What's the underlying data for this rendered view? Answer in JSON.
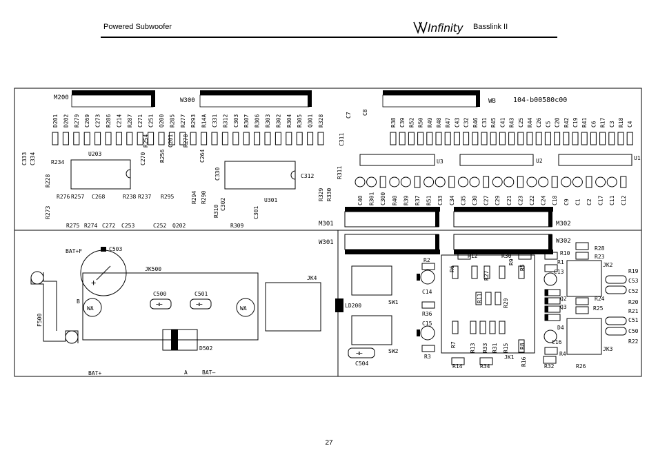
{
  "header": {
    "left_title": "Powered Subwoofer",
    "brand_logo": "Infinity",
    "model": "Basslink II"
  },
  "footer": {
    "page_number": "27"
  },
  "board": {
    "part_number": "104-b00580c00",
    "connectors": {
      "m200": "M200",
      "w300": "W300",
      "wb": "WB",
      "m301": "M301",
      "m302": "M302",
      "w301": "W301",
      "w302": "W302"
    },
    "ics": {
      "u203": "U203",
      "u301": "U301",
      "u3": "U3",
      "u2": "U2",
      "u1": "U1"
    },
    "top_refs": [
      "D201",
      "D202",
      "R279",
      "C269",
      "C273",
      "R286",
      "C214",
      "R287",
      "C271",
      "C251",
      "Q200",
      "R285",
      "R277",
      "R293",
      "R14A",
      "C331",
      "R312",
      "C303",
      "R307",
      "R306",
      "R303",
      "R302",
      "R304",
      "R305",
      "Q301",
      "R328"
    ],
    "right_refs": [
      "R38",
      "C39",
      "R52",
      "R50",
      "R49",
      "R48",
      "R47",
      "C43",
      "C32",
      "R46",
      "C31",
      "R45",
      "C41",
      "R43",
      "C25",
      "R44",
      "C26",
      "C5",
      "C20",
      "R42",
      "C19",
      "R41",
      "C6",
      "R17",
      "C3",
      "R18",
      "C4"
    ],
    "mid_refs": [
      "C40",
      "R301",
      "C300",
      "R40",
      "R39",
      "R37",
      "R51",
      "C33",
      "C34",
      "C35",
      "C30",
      "C27",
      "C29",
      "C21",
      "C23",
      "C22",
      "C24",
      "C18",
      "C9",
      "C1",
      "C2",
      "C17",
      "C11",
      "C12"
    ],
    "misc_refs": [
      "C7",
      "C8",
      "C311",
      "C312",
      "R311",
      "R329",
      "R330",
      "C333",
      "C334",
      "R234",
      "R228",
      "C270",
      "R254",
      "R256",
      "C201",
      "R278",
      "C264",
      "C330",
      "R276",
      "R257",
      "C268",
      "R238",
      "R237",
      "R295",
      "R294",
      "R290",
      "C302",
      "R310",
      "C301",
      "R273",
      "R275",
      "R274",
      "C272",
      "C253",
      "C252",
      "Q202",
      "R309"
    ],
    "lower_left": {
      "bat_f": "BAT+F",
      "c503": "C503",
      "jk500": "JK500",
      "jk4": "JK4",
      "c500": "C500",
      "c501": "C501",
      "wa1": "WA",
      "wa2": "WA",
      "b_mark": "B",
      "f500": "F500",
      "d502": "D502",
      "bat_plus": "BAT+",
      "a_mark": "A",
      "bat_minus": "BAT—"
    },
    "lower_mid": {
      "ld200": "LD200",
      "sw1": "SW1",
      "sw2": "SW2",
      "c504": "C504",
      "r2": "R2",
      "c14": "C14",
      "r36": "R36",
      "c15": "C15",
      "r3": "R3"
    },
    "lower_right": [
      "R12",
      "R30",
      "R6",
      "R27",
      "R5",
      "R9",
      "R11",
      "R29",
      "R7",
      "R13",
      "R33",
      "R31",
      "R15",
      "R8",
      "R16",
      "R14",
      "R34",
      "JK1",
      "R10",
      "R1",
      "C13",
      "Q2",
      "Q3",
      "D4",
      "C16",
      "R4",
      "R32",
      "R26",
      "R28",
      "R23",
      "JK2",
      "R24",
      "R25",
      "R19",
      "C53",
      "C52",
      "R20",
      "R21",
      "C51",
      "C50",
      "R22",
      "JK3"
    ]
  }
}
